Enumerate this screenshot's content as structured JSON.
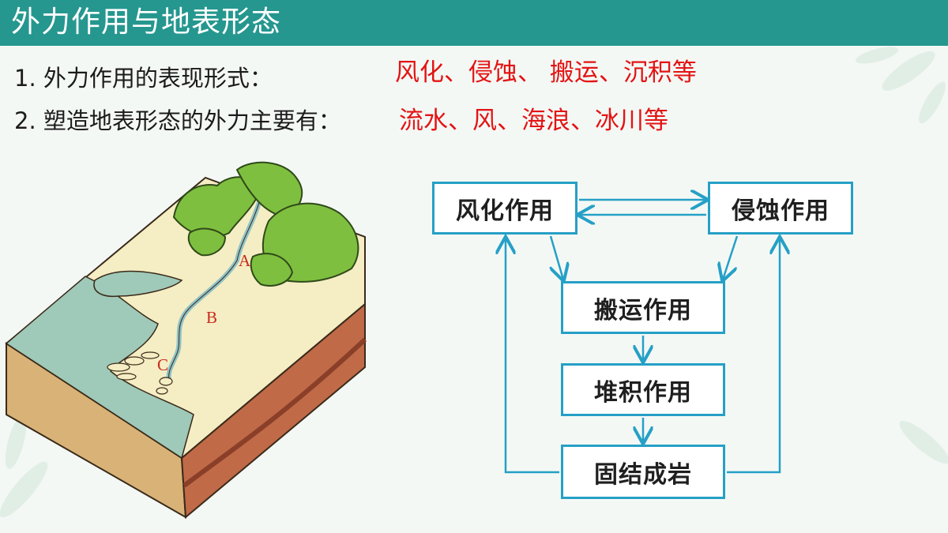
{
  "header": {
    "title": "外力作用与地表形态"
  },
  "points": [
    {
      "label": "1. 外力作用的表现形式：",
      "answer": "风化、侵蚀、 搬运、沉积等"
    },
    {
      "label": "2. 塑造地表形态的外力主要有：",
      "answer": "流水、风、海浪、冰川等"
    }
  ],
  "landform": {
    "markers": [
      "A",
      "B",
      "C"
    ]
  },
  "flowchart": {
    "nodes": [
      "风化作用",
      "侵蚀作用",
      "搬运作用",
      "堆积作用",
      "固结成岩"
    ],
    "arrow_color": "#25a0c6"
  },
  "colors": {
    "title_bar": "#25978f",
    "answer": "#e31414",
    "box_border": "#25a0c6"
  }
}
